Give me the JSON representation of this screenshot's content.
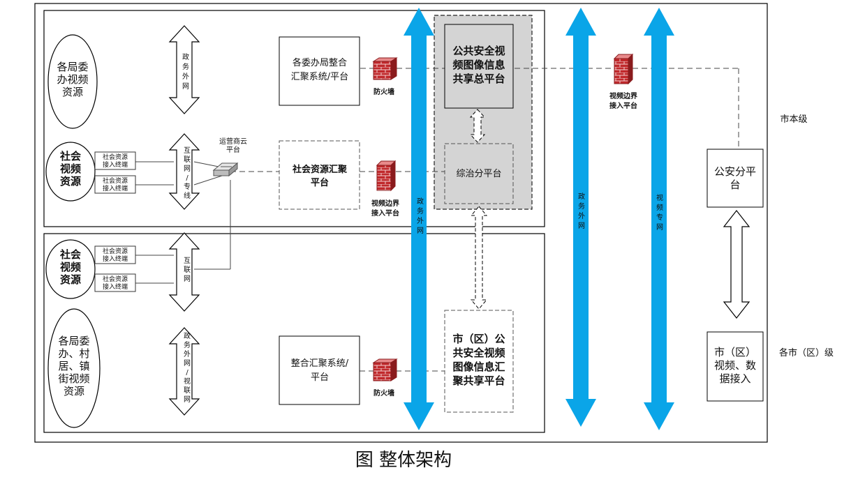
{
  "caption": "图 整体架构",
  "levels": {
    "city": "市本级",
    "district": "各市（区）级"
  },
  "sources": {
    "bureau_city": [
      "各局委",
      "办视频",
      "资源"
    ],
    "social_city": [
      "社会",
      "视频",
      "资源"
    ],
    "social_district": [
      "社会",
      "视频",
      "资源"
    ],
    "bureau_district": [
      "各局委",
      "办、村",
      "居、镇",
      "街视频",
      "资源"
    ]
  },
  "terminal_label": [
    "社会资源",
    "接入终端"
  ],
  "network_labels": {
    "gov_ext_1": [
      "政",
      "务",
      "外",
      "网"
    ],
    "internet_private": [
      "互",
      "联",
      "网",
      "/",
      "专",
      "线"
    ],
    "internet": [
      "互",
      "联",
      "网"
    ],
    "gov_video": [
      "政",
      "务",
      "外",
      "网",
      "/",
      "视",
      "联",
      "网"
    ],
    "gov_ext_main": [
      "政",
      "务",
      "外",
      "网"
    ],
    "gov_ext_right": [
      "政",
      "务",
      "外",
      "网"
    ],
    "video_private": [
      "视",
      "频",
      "专",
      "网"
    ]
  },
  "cloud_label": [
    "运营商云",
    "平台"
  ],
  "boxes": {
    "bureau_platform": [
      "各委办局整合",
      "汇聚系统/平台"
    ],
    "social_platform": [
      "社会资源汇聚",
      "平台"
    ],
    "integrate_platform": [
      "整合汇聚系统/",
      "平台"
    ],
    "master_platform": [
      "公共安全视",
      "频图像信息",
      "共享总平台"
    ],
    "zongzhi": [
      "综治分平台"
    ],
    "district_platform": [
      "市（区）公",
      "共安全视频",
      "图像信息汇",
      "聚共享平台"
    ],
    "police_platform": [
      "公安分平",
      "台"
    ],
    "district_access": [
      "市（区）",
      "视频、数",
      "据接入"
    ]
  },
  "firewalls": {
    "fw1": [
      "防火墙"
    ],
    "fw2": [
      "视频边界",
      "接入平台"
    ],
    "fw3": [
      "视频边界",
      "接入平台"
    ],
    "fw4": [
      "防火墙"
    ]
  },
  "colors": {
    "blue_arrow": "#0aa5e8",
    "firewall": "#c0282b",
    "shaded": "#d4d4d4"
  }
}
